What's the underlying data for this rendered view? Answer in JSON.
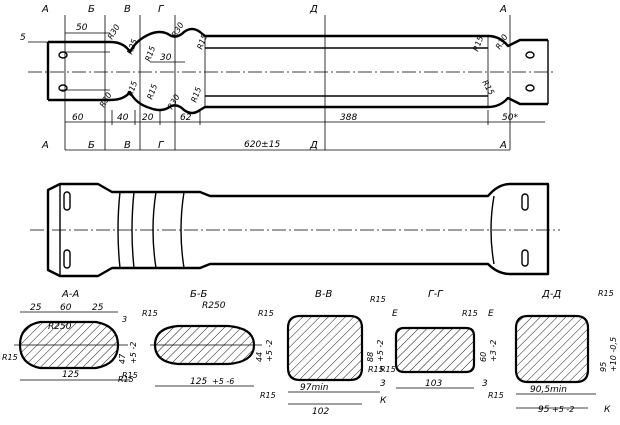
{
  "dims": {
    "d5": "5",
    "d50": "50",
    "d30": "30",
    "d60": "60",
    "d40": "40",
    "d20": "20",
    "d62": "62",
    "d388": "388",
    "d50s": "50*",
    "overall": "620±15"
  },
  "radii": {
    "r30": "R30",
    "r25": "R25",
    "r15": "R15",
    "r250": "R250"
  },
  "sections": {
    "A": "А",
    "B": "Б",
    "V": "В",
    "G": "Г",
    "D": "Д",
    "E": "Е",
    "K": "К"
  },
  "section_titles": {
    "aa": "А-А",
    "bb": "Б-Б",
    "vv": "В-В",
    "gg": "Г-Г",
    "dd": "Д-Д"
  },
  "section_dims": {
    "aa_25a": "25",
    "aa_60": "60",
    "aa_25b": "25",
    "aa_125": "125",
    "aa_3": "3",
    "aa_h": "47",
    "aa_tol": "+5 -2",
    "bb_w": "125",
    "bb_tol": "+5 -6",
    "bb_h": "44",
    "bb_htol": "+5 -2",
    "vv_97": "97min",
    "vv_102": "102",
    "vv_h": "88",
    "vv_htol": "+5 -2",
    "vv_3": "3",
    "gg_103": "103",
    "gg_h": "60",
    "gg_htol": "+3 -2",
    "gg_3": "3",
    "dd_90": "90,5min",
    "dd_95": "95",
    "dd_95tol": "+5 -2",
    "dd_h": "95",
    "dd_htol": "+10 -0,5"
  }
}
